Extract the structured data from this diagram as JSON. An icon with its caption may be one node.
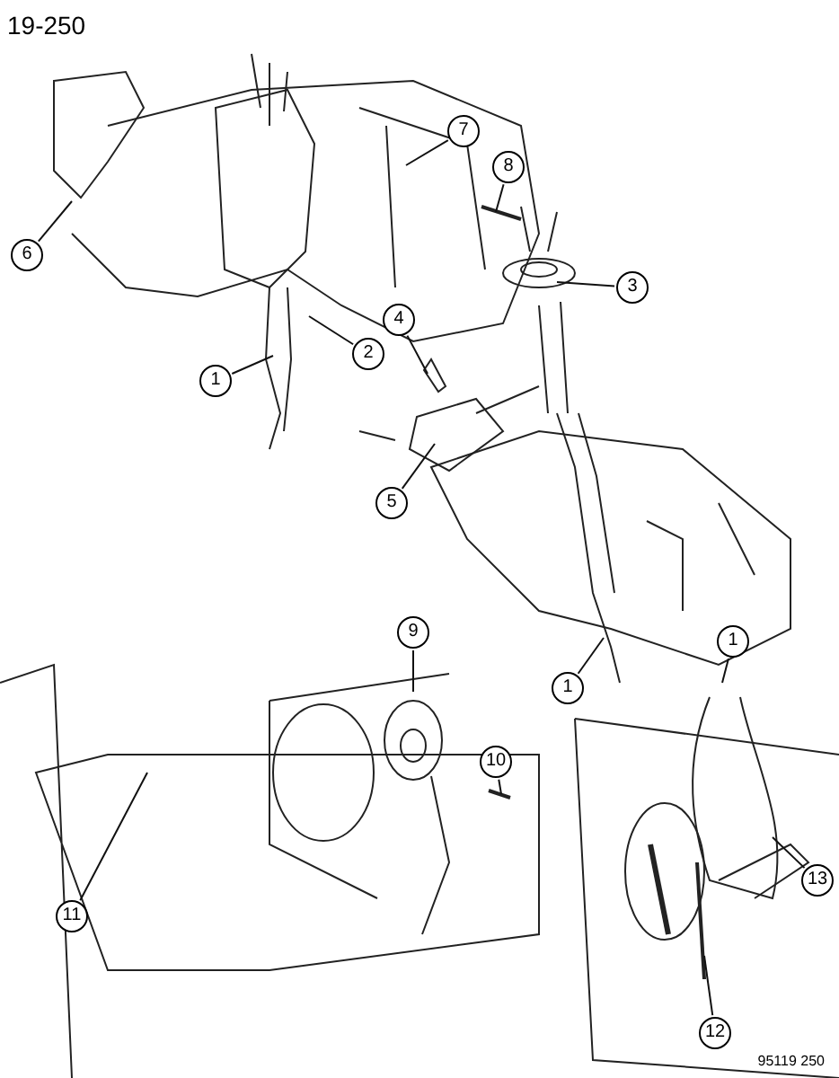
{
  "diagram": {
    "nodes": [
      {
        "text": [
          "1"
        ]
      },
      {
        "text": [
          "2"
        ]
      },
      {
        "text": [
          "3"
        ]
      },
      {
        "text": [
          "4"
        ]
      },
      {
        "text": [
          "5"
        ]
      },
      {
        "text": [
          "6"
        ]
      },
      {
        "text": [
          "7"
        ]
      },
      {
        "text": [
          "8"
        ]
      },
      {
        "text": [
          "1"
        ]
      },
      {
        "text": [
          "9"
        ]
      },
      {
        "text": [
          "10"
        ]
      },
      {
        "text": [
          "11"
        ]
      },
      {
        "text": [
          "1"
        ]
      },
      {
        "text": [
          "13"
        ]
      },
      {
        "text": [
          "12"
        ]
      }
    ],
    "edges": [
      {
        "from": 0,
        "to": null,
        "arrow": "none"
      },
      {
        "from": 1,
        "to": null,
        "arrow": "none"
      },
      {
        "from": 2,
        "to": null,
        "arrow": "none"
      },
      {
        "from": 3,
        "to": null,
        "arrow": "none"
      },
      {
        "from": 4,
        "to": null,
        "arrow": "none"
      },
      {
        "from": 5,
        "to": null,
        "arrow": "none"
      },
      {
        "from": 6,
        "to": null,
        "arrow": "none"
      },
      {
        "from": 7,
        "to": null,
        "arrow": "none"
      },
      {
        "from": 8,
        "to": null,
        "arrow": "none"
      },
      {
        "from": 9,
        "to": null,
        "arrow": "none"
      },
      {
        "from": 10,
        "to": null,
        "arrow": "none"
      },
      {
        "from": 11,
        "to": null,
        "arrow": "none"
      },
      {
        "from": 12,
        "to": null,
        "arrow": "none"
      },
      {
        "from": 13,
        "to": null,
        "arrow": "none"
      },
      {
        "from": 14,
        "to": null,
        "arrow": "none"
      }
    ],
    "labels": [
      "19-250",
      "95119 250"
    ]
  }
}
